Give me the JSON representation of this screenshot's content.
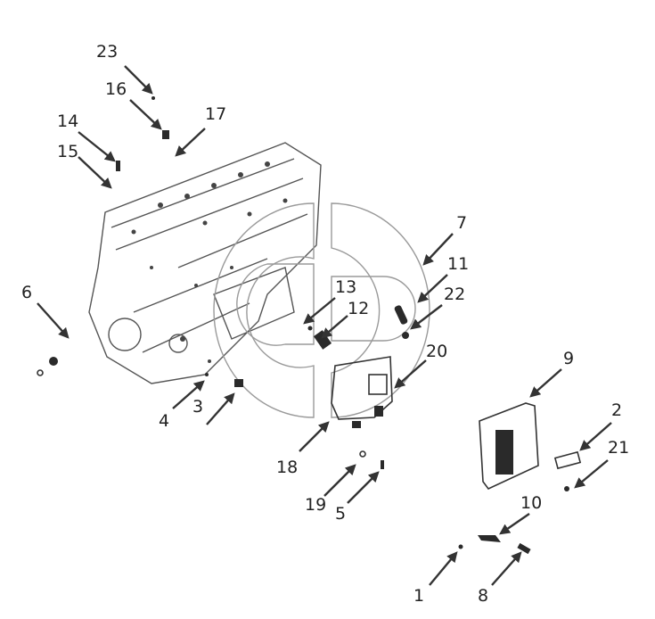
{
  "diagram": {
    "callouts": [
      "23",
      "16",
      "17",
      "14",
      "15",
      "6",
      "7",
      "11",
      "13",
      "12",
      "22",
      "20",
      "9",
      "4",
      "3",
      "18",
      "2",
      "21",
      "19",
      "5",
      "10",
      "1",
      "8"
    ],
    "colors": {
      "ink": "#222222",
      "watermark": "#9a9a9a"
    },
    "watermark_icon": "gp-logo-icon"
  }
}
